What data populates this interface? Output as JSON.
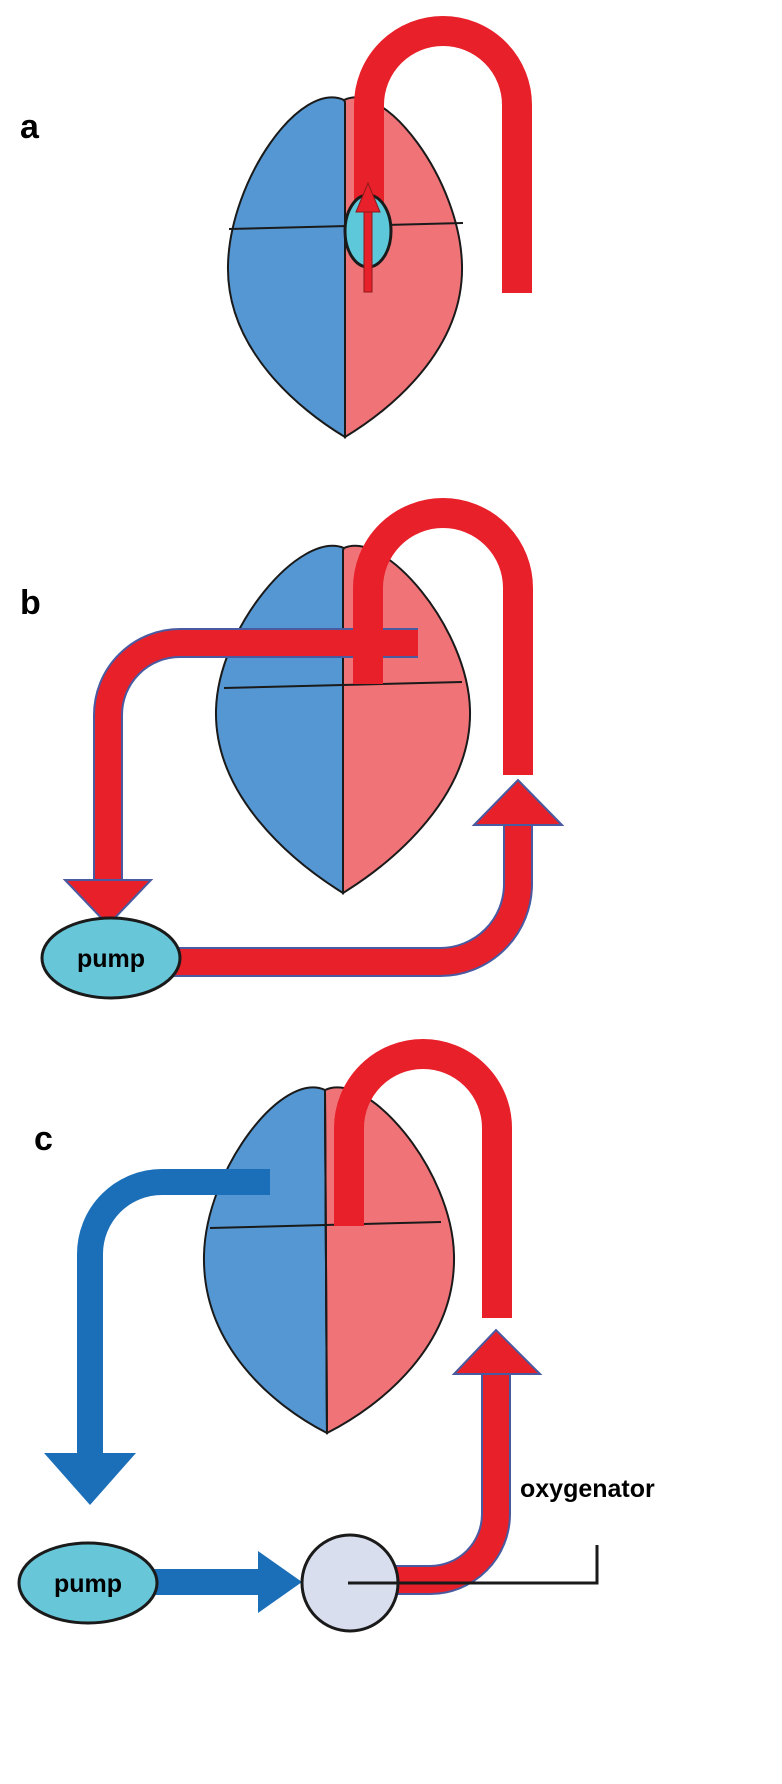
{
  "colors": {
    "left_heart": "#5497d2",
    "right_heart": "#f07378",
    "arterial": "#e8202a",
    "venous": "#1b6fb8",
    "pump": "#67c6d8",
    "oxygenator": "#d9deee",
    "device": "#5cc8d9",
    "outline": "#1a1a1a"
  },
  "panels": {
    "a": {
      "label": "a"
    },
    "b": {
      "label": "b",
      "pump_label": "pump"
    },
    "c": {
      "label": "c",
      "pump_label": "pump",
      "oxygenator_label": "oxygenator"
    }
  }
}
